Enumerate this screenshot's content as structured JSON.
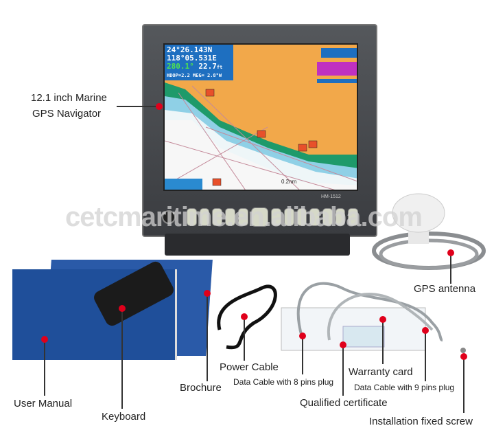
{
  "screen": {
    "latitude": "24°26.143N",
    "longitude": "118°05.531E",
    "heading": "280.1°",
    "speed": "22.7",
    "speed_unit": "ft",
    "status": "HDOP=2.2 MEG= 2.8°W",
    "range": "0.2nm",
    "model": "HM-1512"
  },
  "watermark": "cetcmaritime.en.alibaba.com",
  "labels": {
    "navigator_line1": "12.1 inch Marine",
    "navigator_line2": "GPS Navigator",
    "gps_antenna": "GPS antenna",
    "brochure": "Brochure",
    "user_manual": "User  Manual",
    "keyboard": "Keyboard",
    "power_cable": "Power Cable",
    "data_cable_8": "Data Cable with 8 pins plug",
    "qualified_certificate": "Qualified certificate",
    "warranty_card": "Warranty card",
    "data_cable_9": "Data Cable with 9 pins plug",
    "screw": "Installation fixed screw"
  },
  "colors": {
    "marker": "#e0001b",
    "land": "#f2a84a",
    "sea": "#e8f4f8",
    "shore": "#1e9a6a",
    "manual": "#1f4f9a"
  }
}
